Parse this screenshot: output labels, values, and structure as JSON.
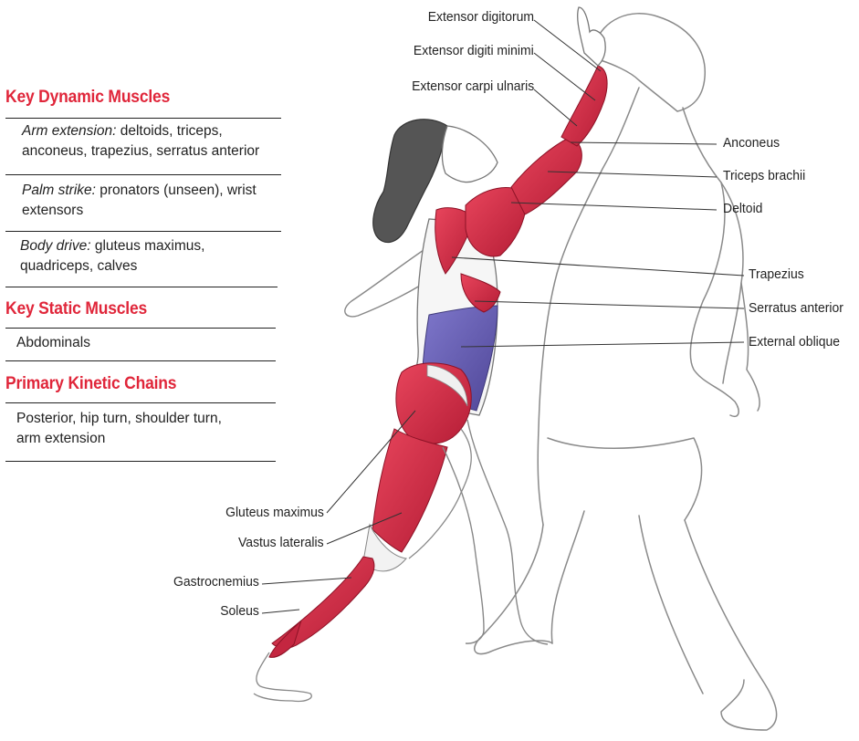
{
  "sections": {
    "dynamic": {
      "title": "Key Dynamic Muscles",
      "items": [
        {
          "lead": "Arm extension:",
          "line1": " deltoids, triceps,",
          "line2": "anconeus, trapezius, serratus anterior"
        },
        {
          "lead": "Palm strike:",
          "line1": " pronators (unseen), wrist",
          "line2": "extensors"
        },
        {
          "lead": "Body drive:",
          "line1": " gluteus maximus,",
          "line2": "quadriceps, calves"
        }
      ]
    },
    "static": {
      "title": "Key Static Muscles",
      "items": [
        "Abdominals"
      ]
    },
    "chains": {
      "title": "Primary Kinetic Chains",
      "line1": "Posterior, hip turn, shoulder turn,",
      "line2": "arm extension"
    }
  },
  "labels": {
    "extensor_digitorum": "Extensor digitorum",
    "extensor_digiti_minimi": "Extensor digiti minimi",
    "extensor_carpi_ulnaris": "Extensor carpi ulnaris",
    "anconeus": "Anconeus",
    "triceps_brachii": "Triceps brachii",
    "deltoid": "Deltoid",
    "trapezius": "Trapezius",
    "serratus_anterior": "Serratus anterior",
    "external_oblique": "External oblique",
    "gluteus_maximus": "Gluteus maximus",
    "vastus_lateralis": "Vastus lateralis",
    "gastrocnemius": "Gastrocnemius",
    "soleus": "Soleus"
  },
  "colors": {
    "heading": "#e0263a",
    "muscle_red": "#d92c47",
    "muscle_dark": "#a8182f",
    "oblique_purple": "#6b63b8",
    "skin_line": "#777777"
  }
}
